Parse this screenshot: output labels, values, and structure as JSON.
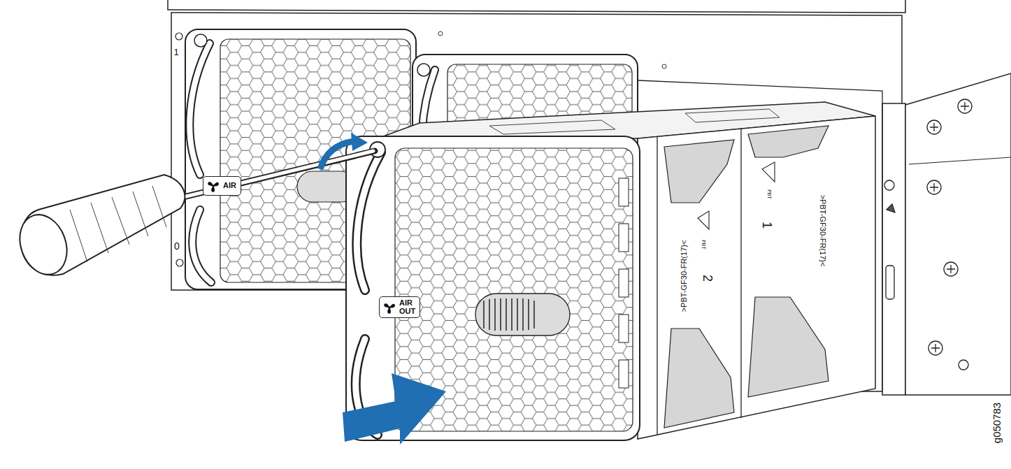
{
  "diagram": {
    "nodes": [
      {
        "text": [
          "AIR"
        ]
      },
      {
        "text": [
          "AIR OUT"
        ]
      }
    ],
    "labels": [
      "1",
      "0",
      ">PBT-GF30-FR(17)<",
      "PBT",
      "2",
      "PBT",
      "1",
      ">PBT-GF30-FR(17)<",
      "g050783"
    ]
  }
}
